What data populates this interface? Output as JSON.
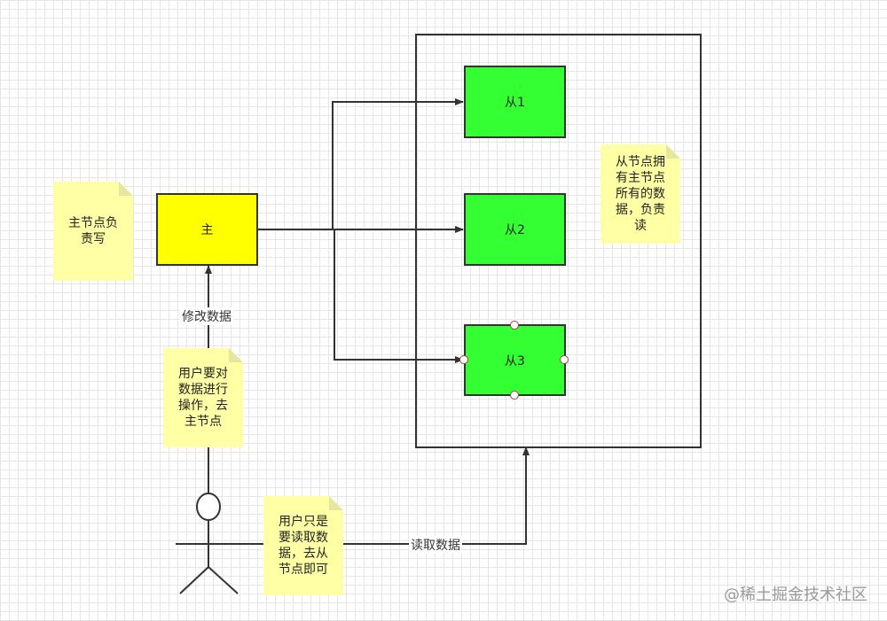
{
  "nodes": {
    "master": "主",
    "slave1": "从1",
    "slave2": "从2",
    "slave3": "从3"
  },
  "notes": {
    "master_write": "主节点负\n责写",
    "slave_read": "从节点拥\n有主节点\n所有的数\n据，负责\n读",
    "user_master": "用户要对\n数据进行\n操作，去\n主节点",
    "user_slave": "用户只是\n要读取数\n据，去从\n节点即可"
  },
  "edge_labels": {
    "modify": "修改数据",
    "read": "读取数据"
  },
  "watermark": "@稀土掘金技术社区",
  "colors": {
    "master_fill": "#ffff00",
    "slave_fill": "#33ff33",
    "note_fill": "#ffffa6",
    "line": "#333333"
  }
}
